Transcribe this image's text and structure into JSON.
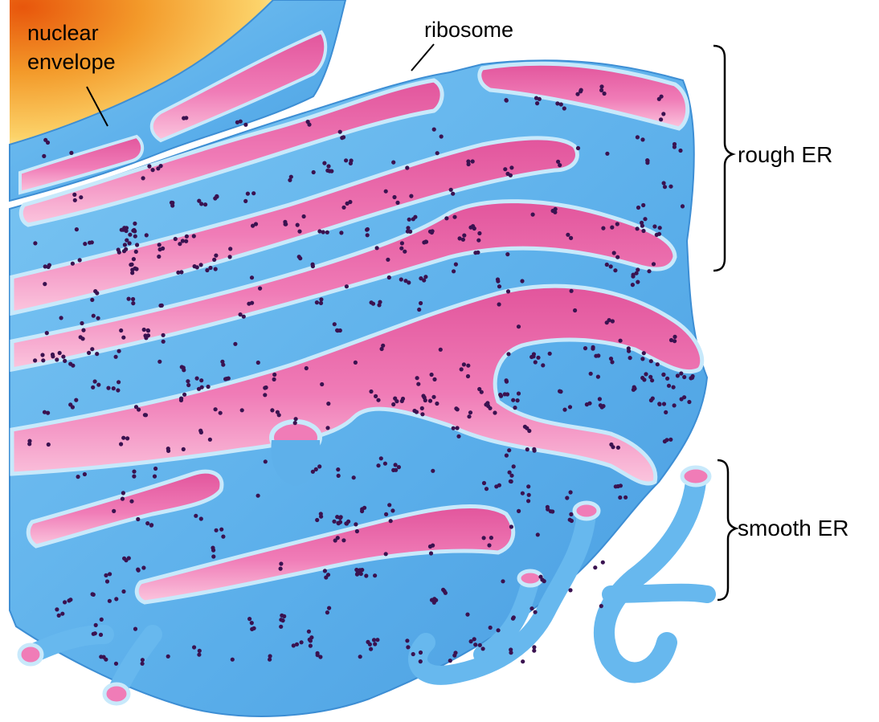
{
  "labels": {
    "nuclear_envelope_line1": "nuclear",
    "nuclear_envelope_line2": "envelope",
    "ribosome": "ribosome",
    "rough_er": "rough ER",
    "smooth_er": "smooth ER"
  },
  "colors": {
    "membrane": "#62b6ee",
    "membrane_light": "#a8dcf8",
    "membrane_dark": "#3d8ed4",
    "lumen": "#ee6fb0",
    "lumen_light": "#f9b6d7",
    "ribosome": "#3a1250",
    "nucleus": "#f39a2a",
    "nucleus_light": "#fcd36a"
  }
}
